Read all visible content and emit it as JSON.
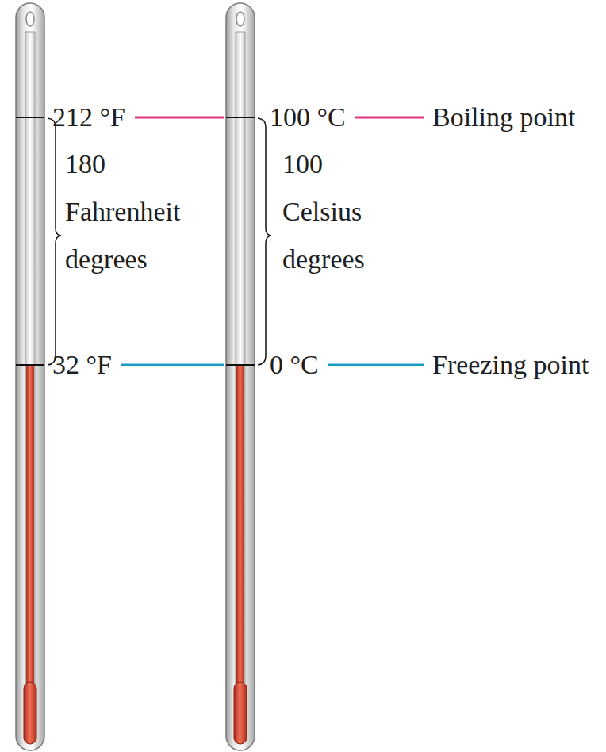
{
  "diagram": {
    "labels": [
      "212 °F",
      "180 Fahrenheit degrees",
      "32 °F",
      "100 °C",
      "100 Celsius degrees",
      "0 °C",
      "Boiling point",
      "Freezing point"
    ]
  }
}
